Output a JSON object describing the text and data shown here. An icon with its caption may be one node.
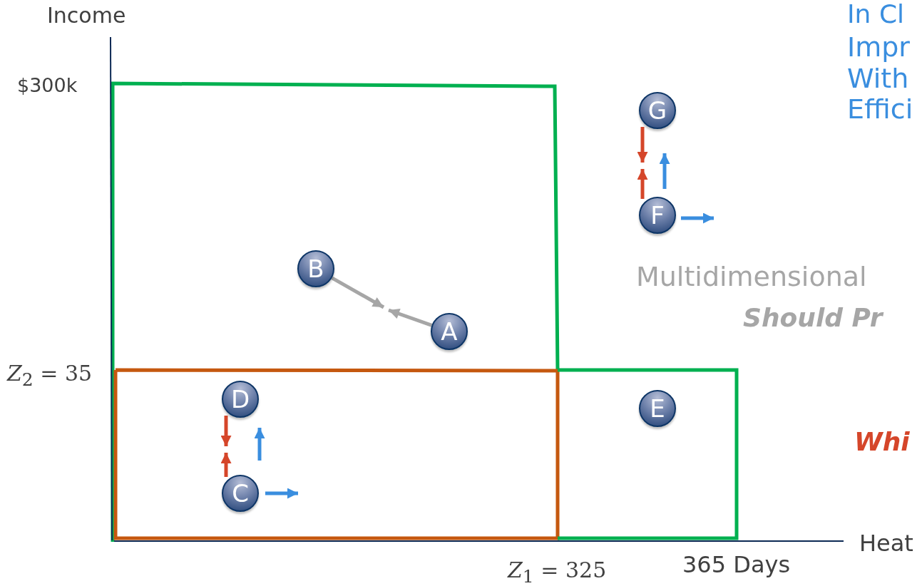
{
  "diagram": {
    "nodes": [
      {
        "text": [
          "G"
        ]
      },
      {
        "text": [
          "F"
        ]
      },
      {
        "text": [
          "B"
        ]
      },
      {
        "text": [
          "A"
        ]
      },
      {
        "text": [
          "D"
        ]
      },
      {
        "text": [
          "E"
        ]
      },
      {
        "text": [
          "C"
        ]
      }
    ],
    "edges": [
      {
        "from": 2,
        "to": null,
        "arrow": "to",
        "color": "#a6a6a6"
      },
      {
        "from": 3,
        "to": null,
        "arrow": "to",
        "color": "#a6a6a6"
      },
      {
        "from": 4,
        "to": null,
        "arrow": "to",
        "color": "#d5462a"
      },
      {
        "from": 6,
        "to": null,
        "arrow": "to",
        "color": "#d5462a"
      },
      {
        "from": 0,
        "to": null,
        "arrow": "to",
        "color": "#d5462a"
      },
      {
        "from": 1,
        "to": null,
        "arrow": "to",
        "color": "#d5462a"
      }
    ],
    "labels": [
      "In Cl",
      "Income",
      "Impr With Effici",
      "$300k",
      "Multidimensional",
      "Should Pr",
      "*Z*$_{2}$ = 35",
      "Whi",
      "Heat",
      "365 Days",
      "*Z*$_{1}$ = 325"
    ]
  }
}
